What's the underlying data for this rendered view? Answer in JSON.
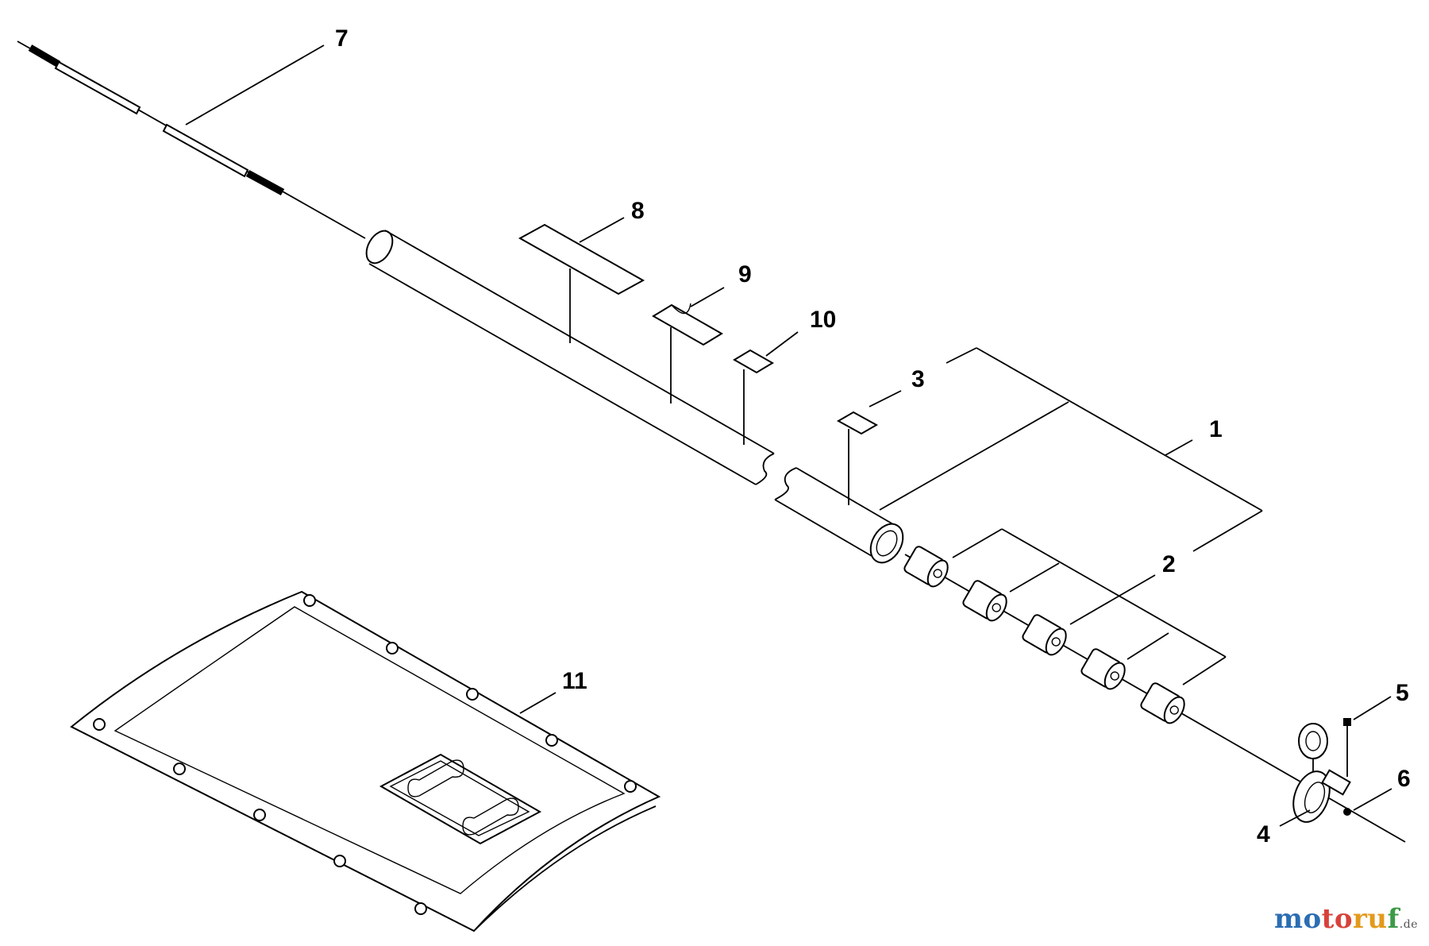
{
  "parts": [
    {
      "id": "part-1",
      "label": "1"
    },
    {
      "id": "part-2",
      "label": "2"
    },
    {
      "id": "part-3",
      "label": "3"
    },
    {
      "id": "part-4",
      "label": "4"
    },
    {
      "id": "part-5",
      "label": "5"
    },
    {
      "id": "part-6",
      "label": "6"
    },
    {
      "id": "part-7",
      "label": "7"
    },
    {
      "id": "part-8",
      "label": "8"
    },
    {
      "id": "part-9",
      "label": "9"
    },
    {
      "id": "part-10",
      "label": "10"
    },
    {
      "id": "part-11",
      "label": "11"
    }
  ],
  "watermark": {
    "part1": "mo",
    "part2": "to",
    "part3": "ru",
    "part4": "f",
    "tld": ".de"
  }
}
